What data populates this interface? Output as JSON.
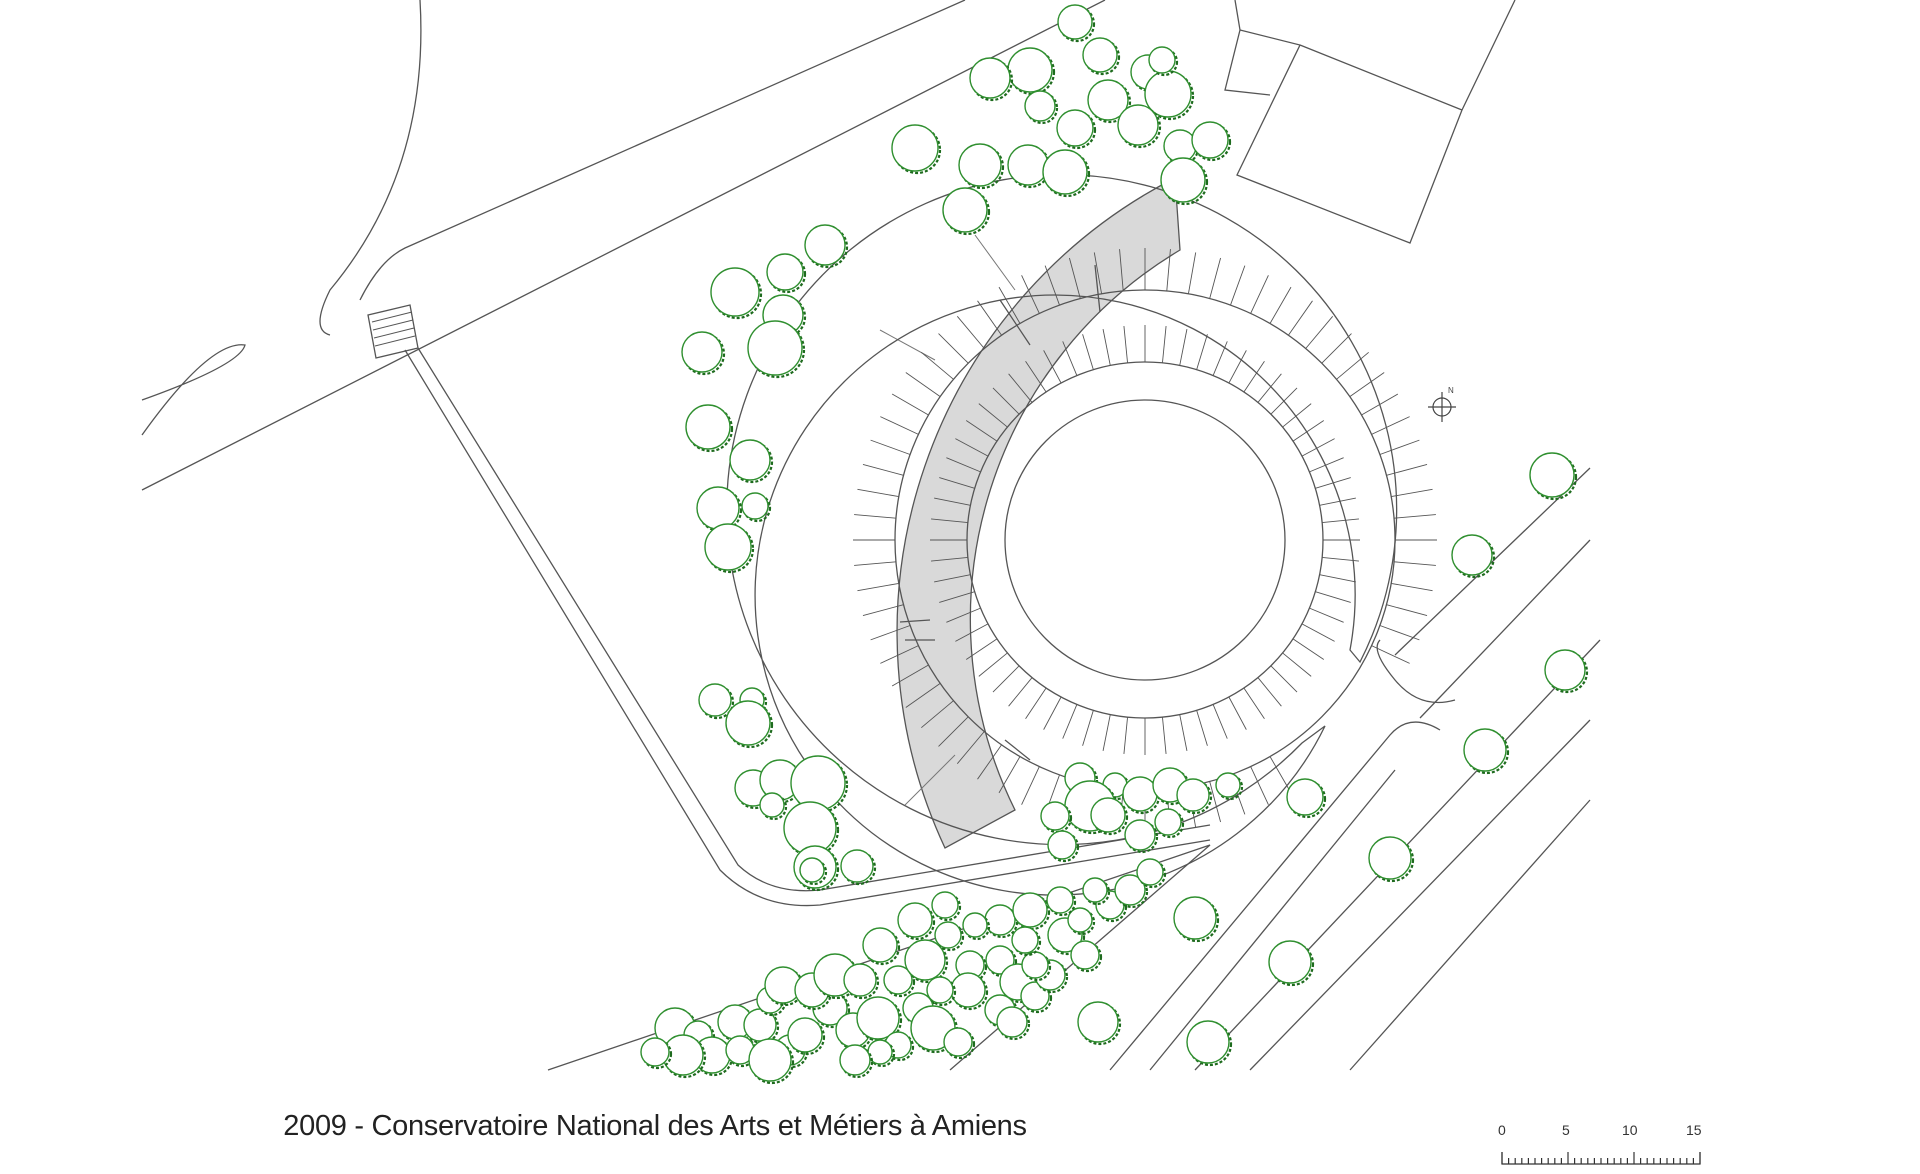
{
  "caption": "2009 - Conservatoire National des Arts et Métiers à Amiens",
  "scale_bar": {
    "labels": [
      "0",
      "5",
      "10",
      "15"
    ]
  },
  "north_label": "N",
  "colors": {
    "line": "#555555",
    "building_fill": "#d9d9d9",
    "tree_outline": "#2f8f2f",
    "tree_shadow": "#1e6b1e",
    "background": "#ffffff"
  }
}
